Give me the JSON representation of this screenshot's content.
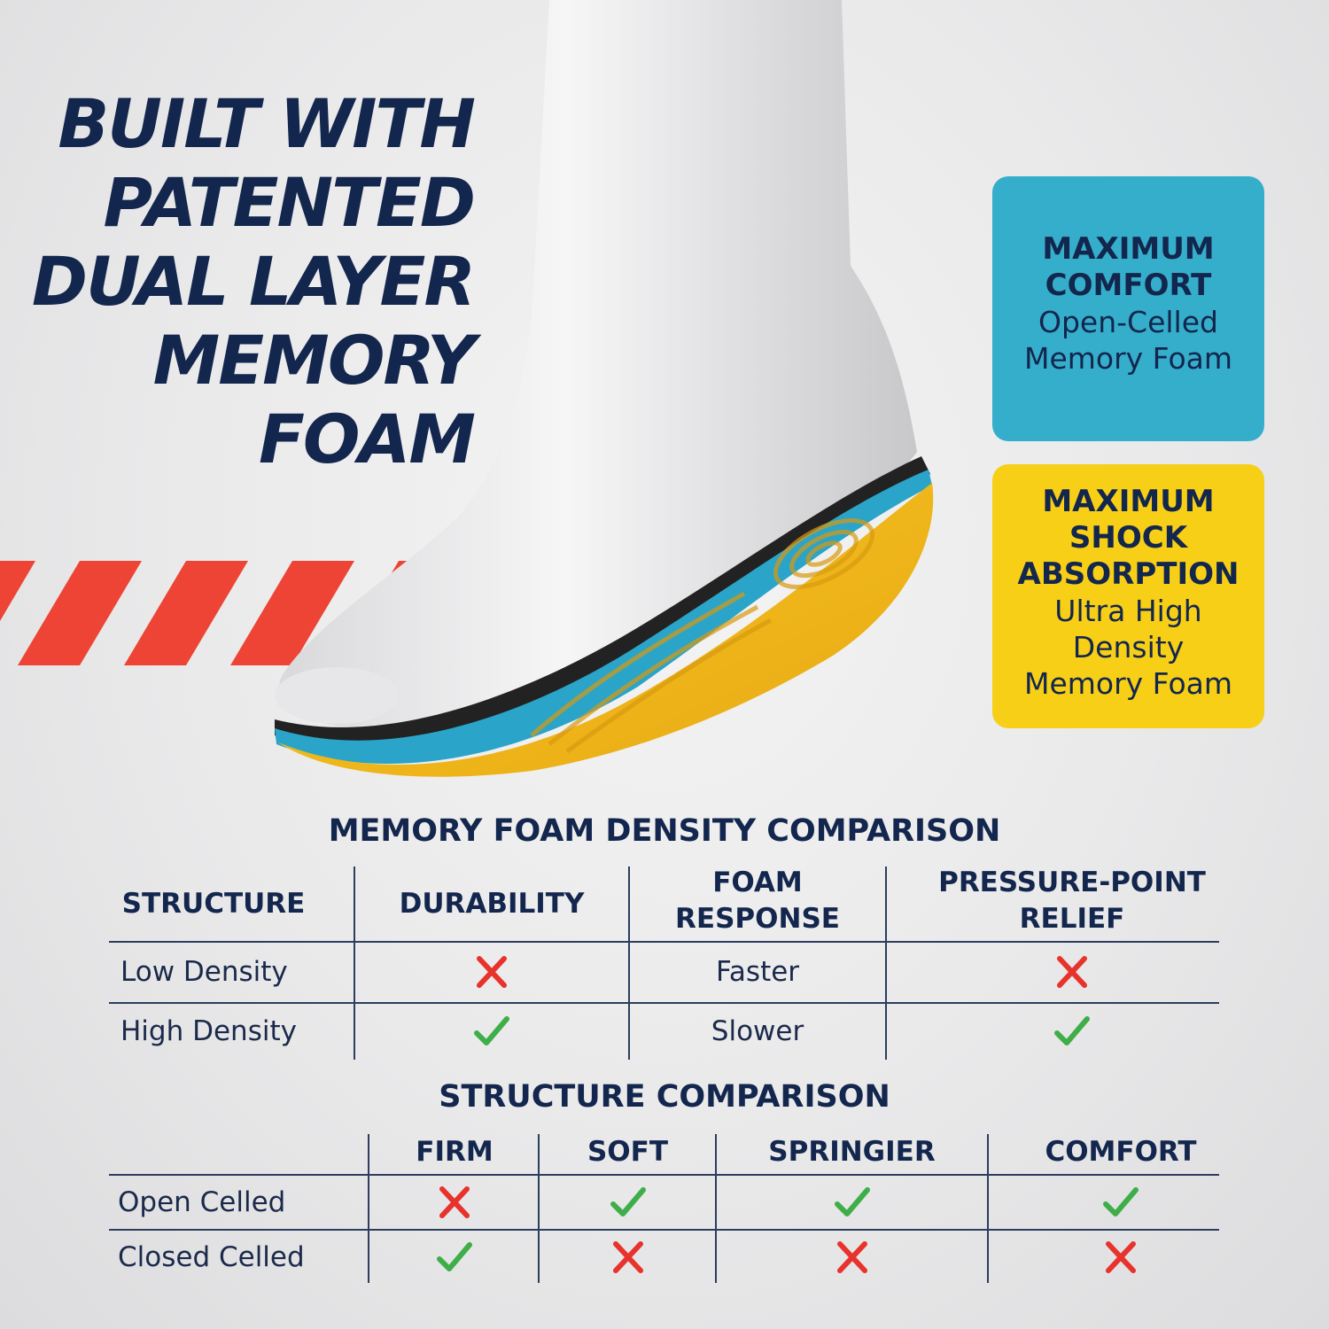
{
  "headline": {
    "lines": [
      "BUILT WITH",
      "PATENTED",
      "DUAL LAYER",
      "MEMORY",
      "FOAM"
    ]
  },
  "comfort_box": {
    "title_lines": [
      "MAXIMUM",
      "COMFORT"
    ],
    "sub_lines": [
      "Open-Celled",
      "Memory Foam"
    ],
    "color": "#35aecb"
  },
  "shock_box": {
    "title_lines": [
      "MAXIMUM",
      "SHOCK",
      "ABSORPTION"
    ],
    "sub_lines": [
      "Ultra High",
      "Density",
      "Memory Foam"
    ],
    "color": "#f7cf16"
  },
  "density_table": {
    "title": "MEMORY FOAM DENSITY COMPARISON",
    "headers": [
      [
        "STRUCTURE"
      ],
      [
        "DURABILITY"
      ],
      [
        "FOAM",
        "RESPONSE"
      ],
      [
        "PRESSURE-POINT",
        "RELIEF"
      ]
    ],
    "rows": [
      {
        "label": "Low Density",
        "durability": "cross-icon",
        "response": "Faster",
        "relief": "cross-icon"
      },
      {
        "label": "High Density",
        "durability": "check-icon",
        "response": "Slower",
        "relief": "check-icon"
      }
    ]
  },
  "structure_table": {
    "title": "STRUCTURE COMPARISON",
    "headers": [
      "FIRM",
      "SOFT",
      "SPRINGIER",
      "COMFORT"
    ],
    "rows": [
      {
        "label": "Open Celled",
        "marks": [
          "cross-icon",
          "check-icon",
          "check-icon",
          "check-icon"
        ]
      },
      {
        "label": "Closed Celled",
        "marks": [
          "check-icon",
          "cross-icon",
          "cross-icon",
          "cross-icon"
        ]
      }
    ]
  },
  "colors": {
    "navy": "#13264d",
    "check": "#3fae49",
    "cross": "#e8322c",
    "stripe": "#ee4436",
    "insole_yellow": "#f3bd1d",
    "insole_blue": "#2aa4c8"
  }
}
